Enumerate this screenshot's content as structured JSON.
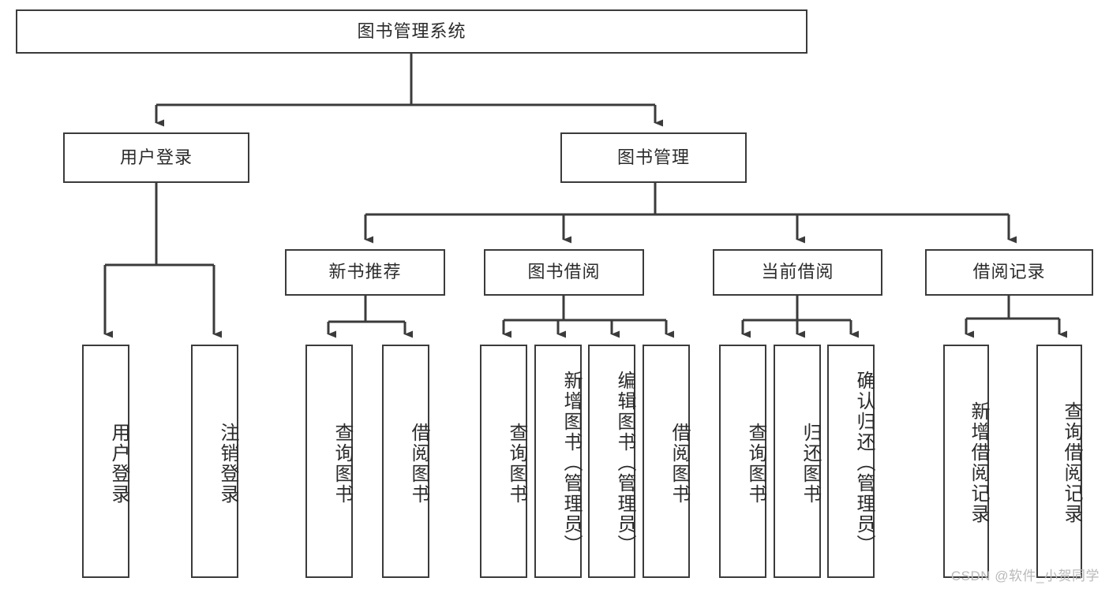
{
  "diagram": {
    "type": "tree",
    "title": "图书管理系统",
    "root": {
      "label": "图书管理系统"
    },
    "level2": [
      {
        "label": "用户登录"
      },
      {
        "label": "图书管理"
      }
    ],
    "level3": [
      {
        "label": "新书推荐"
      },
      {
        "label": "图书借阅"
      },
      {
        "label": "当前借阅"
      },
      {
        "label": "借阅记录"
      }
    ],
    "leaves": {
      "user_login": [
        {
          "label": "用户登录"
        },
        {
          "label": "注销登录"
        }
      ],
      "new_book_recommend": [
        {
          "label": "查询图书"
        },
        {
          "label": "借阅图书"
        }
      ],
      "book_borrow": [
        {
          "label": "查询图书"
        },
        {
          "label": "新增图书（管理员）"
        },
        {
          "label": "编辑图书（管理员）"
        },
        {
          "label": "借阅图书"
        }
      ],
      "current_borrow": [
        {
          "label": "查询图书"
        },
        {
          "label": "归还图书"
        },
        {
          "label": "确认归还（管理员）"
        }
      ],
      "borrow_record": [
        {
          "label": "新增借阅记录"
        },
        {
          "label": "查询借阅记录"
        }
      ]
    }
  },
  "watermark": {
    "text": "CSDN @软件_小贺同学"
  },
  "colors": {
    "border": "#3b3b3b",
    "text": "#2b2b2b",
    "background": "#ffffff",
    "watermark": "#b9b9b9"
  }
}
